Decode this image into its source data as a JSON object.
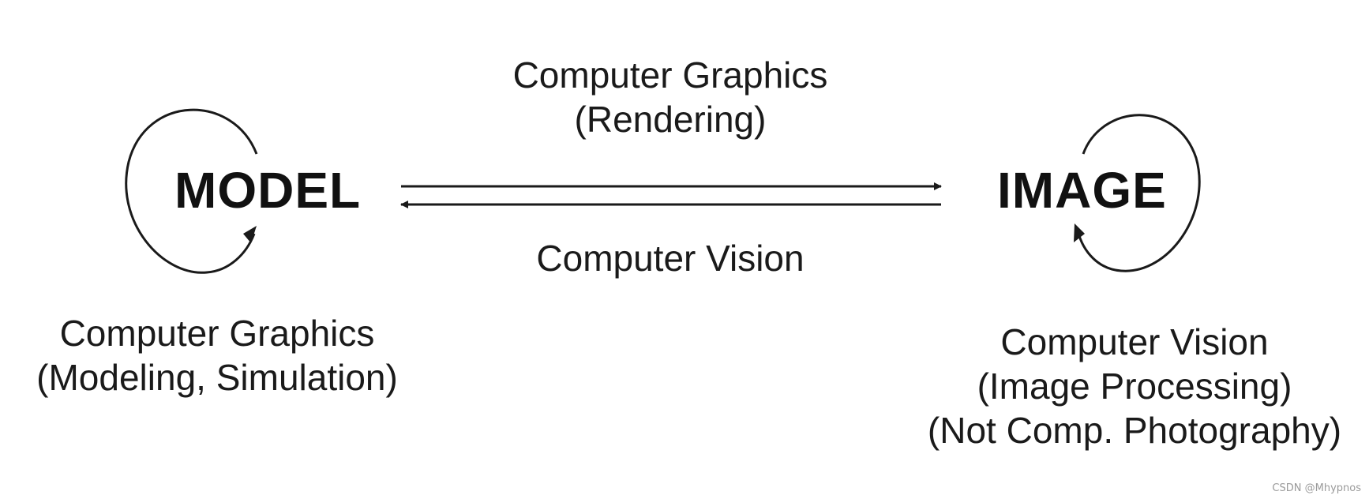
{
  "model_node": {
    "label": "MODEL",
    "caption_line1": "Computer Graphics",
    "caption_line2": "(Modeling, Simulation)"
  },
  "image_node": {
    "label": "IMAGE",
    "caption_line1": "Computer Vision",
    "caption_line2": "(Image Processing)",
    "caption_line3": "(Not Comp. Photography)"
  },
  "forward_edge": {
    "label_line1": "Computer Graphics",
    "label_line2": "(Rendering)"
  },
  "backward_edge": {
    "label": "Computer Vision"
  },
  "watermark": "CSDN @Mhypnos",
  "colors": {
    "stroke": "#1a1a1a",
    "background": "#ffffff",
    "watermark": "#9a9a9a"
  }
}
